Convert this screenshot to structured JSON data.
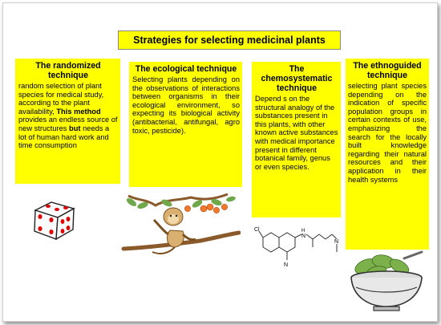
{
  "title": "Strategies for selecting medicinal plants",
  "techniques": [
    {
      "heading": "The randomized technique",
      "text_before": "random selection of plant species for medical study, according to the plant availability, ",
      "bold1": "This method",
      "text_middle": " provides an endless source of new structures ",
      "bold2": "but",
      "text_after": " needs  a lot of human hard work and time consumption"
    },
    {
      "heading": "The ecological technique",
      "text": "Selecting plants depending on the observations of interactions between organisms in their ecological environment, so expecting its biological activity (antibacterial, antifungal, agro toxic, pesticide)."
    },
    {
      "heading": "The chemosystematic technique",
      "text": "Depend s on the structural analogy of the substances present in this plants, with other known active substances with medical importance present in different botanical family, genus or even species."
    },
    {
      "heading": "The ethnoguided technique",
      "text": "selecting plant species depending on the indication of specific population groups in certain contexts of use, emphasizing the search for the locally built knowledge regarding their natural resources and their application in their health systems"
    }
  ],
  "molecule": {
    "atom_cl": "Cl",
    "atom_n1": "N",
    "atom_h": "H",
    "atom_n2": "N",
    "atom_n3": "N"
  },
  "colors": {
    "box": "#ffff00",
    "die_pip": "#e00000"
  },
  "icons": [
    "dice-icon",
    "monkey-on-branch-icon",
    "chemical-structure-icon",
    "mortar-and-herbs-icon"
  ]
}
